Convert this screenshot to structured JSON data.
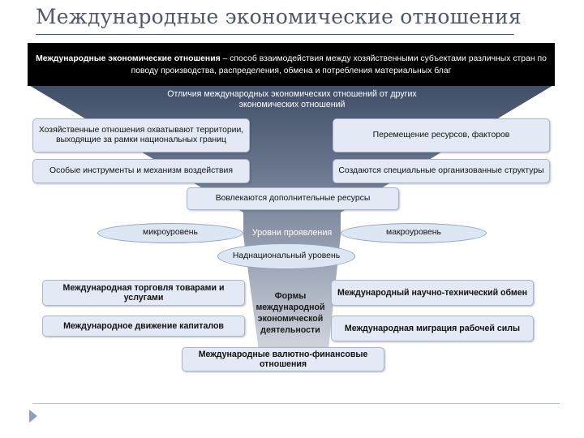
{
  "title": "Международные экономические отношения",
  "definition": {
    "term": "Международные экономические отношения",
    "text": " – способ взаимодействия между хозяйственными субъектами различных стран по поводу производства, распределения, обмена и потребления материальных благ"
  },
  "differences": {
    "heading": "Отличия международных экономических отношений от других экономических отношений",
    "items": [
      "Хозяйственные отношения охватывают территории, выходящие за рамки национальных границ",
      "Перемещение ресурсов, факторов",
      "Особые инструменты и механизм воздействия",
      "Создаются специальные организованные структуры",
      "Вовлекаются дополнительные ресурсы"
    ]
  },
  "levels": {
    "heading": "Уровни проявления",
    "micro": "микроуровень",
    "macro": "макроуровень",
    "supra": "Наднациональный уровень"
  },
  "forms": {
    "heading": "Формы международной экономической деятельности",
    "items": [
      "Международная торговля товарами и услугами",
      "Международный научно-технический обмен",
      "Международное движение капиталов",
      "Международная миграция рабочей силы",
      "Международные валютно-финансовые отношения"
    ]
  },
  "colors": {
    "funnel_dark": "#4a5870",
    "funnel_mid": "#8a95a8",
    "funnel_light": "#c9ced8",
    "box_fill": "#e3eaf5",
    "title": "#4d5868"
  }
}
